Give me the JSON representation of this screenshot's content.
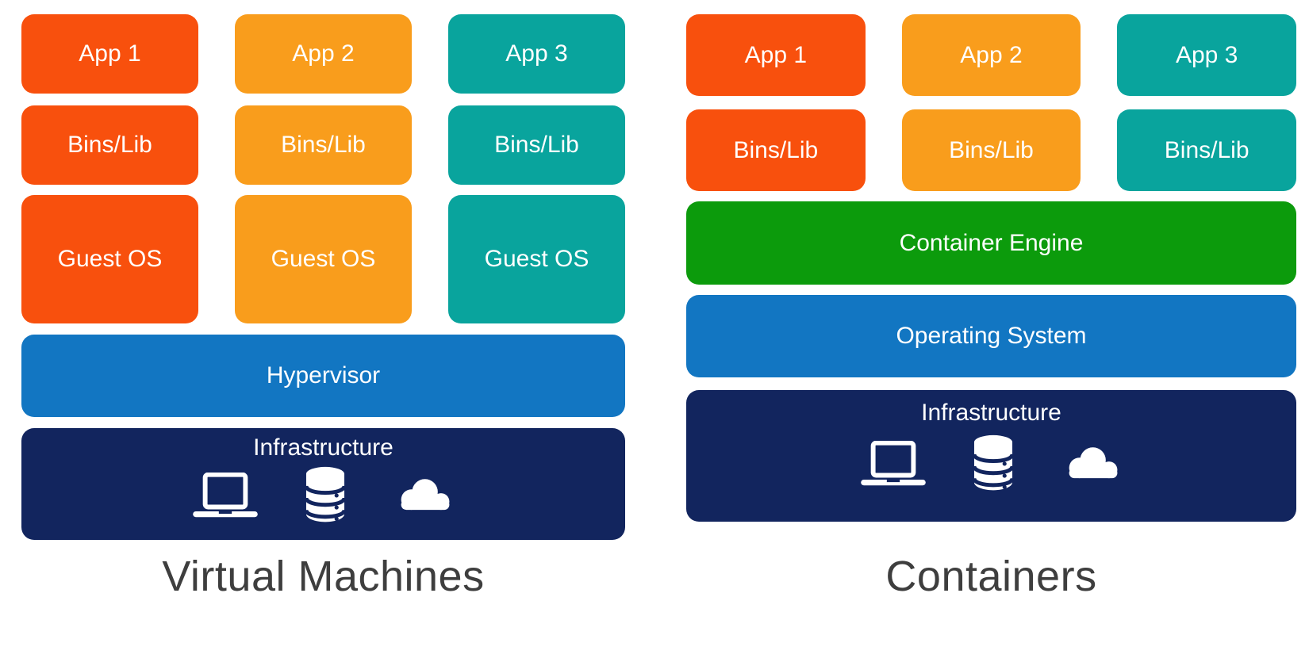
{
  "diagram": {
    "left": {
      "title": "Virtual Machines",
      "columns": [
        {
          "app": "App 1",
          "bins": "Bins/Lib",
          "guest_os": "Guest OS",
          "color": "#F8500D"
        },
        {
          "app": "App 2",
          "bins": "Bins/Lib",
          "guest_os": "Guest OS",
          "color": "#F99D1C"
        },
        {
          "app": "App 3",
          "bins": "Bins/Lib",
          "guest_os": "Guest OS",
          "color": "#09A49D"
        }
      ],
      "layers": {
        "hypervisor": "Hypervisor",
        "infrastructure": "Infrastructure"
      },
      "infrastructure_icons": [
        "laptop-icon",
        "database-icon",
        "cloud-icon"
      ]
    },
    "right": {
      "title": "Containers",
      "columns": [
        {
          "app": "App 1",
          "bins": "Bins/Lib",
          "color": "#F8500D"
        },
        {
          "app": "App 2",
          "bins": "Bins/Lib",
          "color": "#F99D1C"
        },
        {
          "app": "App 3",
          "bins": "Bins/Lib",
          "color": "#09A49D"
        }
      ],
      "layers": {
        "container_engine": "Container Engine",
        "operating_system": "Operating System",
        "infrastructure": "Infrastructure"
      },
      "infrastructure_icons": [
        "laptop-icon",
        "database-icon",
        "cloud-icon"
      ]
    },
    "colors": {
      "app_column_1": "#F8500D",
      "app_column_2": "#F99D1C",
      "app_column_3": "#09A49D",
      "container_engine_green": "#0C9B0C",
      "hypervisor_os_blue": "#1276C2",
      "infrastructure_navy": "#12255E",
      "title_text": "#3E3E3E",
      "box_text": "#FFFFFF"
    }
  }
}
